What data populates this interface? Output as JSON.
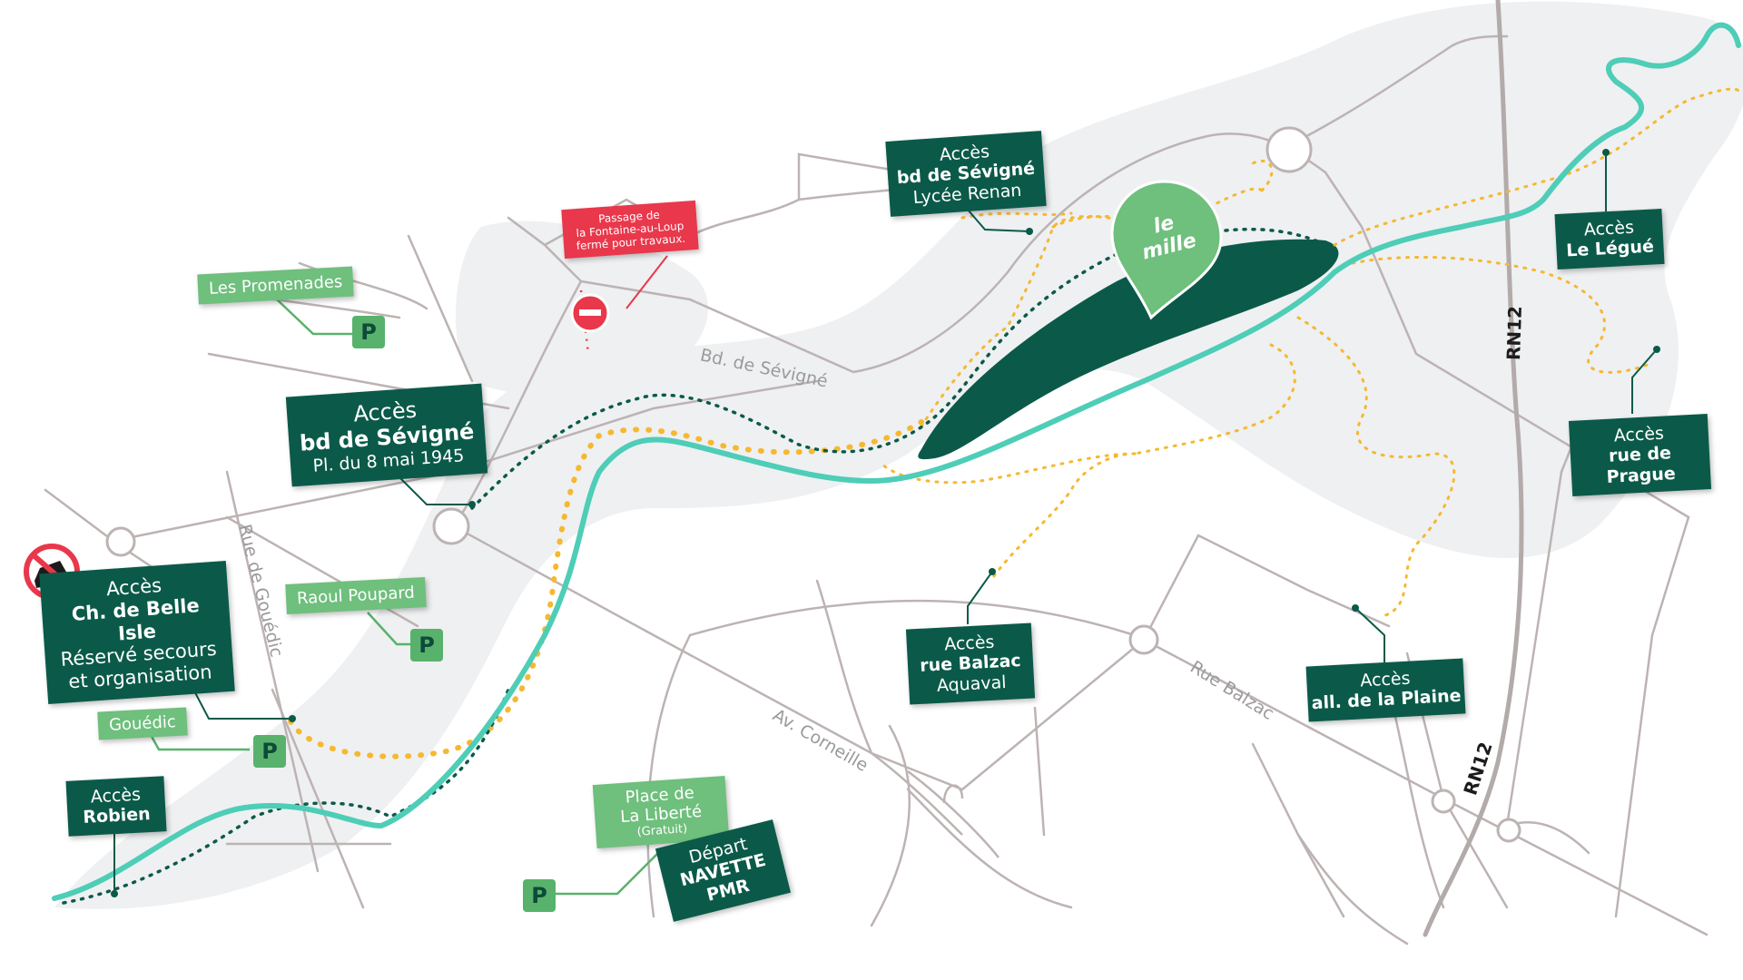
{
  "colors": {
    "river": "#4ecdb7",
    "dark_green": "#0b5a49",
    "light_green": "#6fbf7d",
    "parking_green": "#58b26c",
    "red": "#e9374b",
    "yellow_path": "#f6b82f",
    "road": "#bdb3b3",
    "area": "#eef0f2"
  },
  "logo": {
    "text": "le mille",
    "icon": "map-pin-icon"
  },
  "access_signs": {
    "sevigne_renan": {
      "l1": "Accès",
      "l2": "bd de Sévigné",
      "l3": "Lycée Renan"
    },
    "sevigne_8mai": {
      "l1": "Accès",
      "l2": "bd de Sévigné",
      "l3": "Pl. du 8 mai 1945"
    },
    "belle_isle": {
      "l1": "Accès",
      "l2": "Ch. de Belle Isle",
      "l3": "Réservé secours",
      "l4": "et organisation"
    },
    "robien": {
      "l1": "Accès",
      "l2": "Robien"
    },
    "balzac": {
      "l1": "Accès",
      "l2": "rue Balzac",
      "l3": "Aquaval"
    },
    "plaine": {
      "l1": "Accès",
      "l2": "all. de la Plaine"
    },
    "legue": {
      "l1": "Accès",
      "l2": "Le Légué"
    },
    "prague": {
      "l1": "Accès",
      "l2": "rue de Prague"
    }
  },
  "navette": {
    "l1": "Départ",
    "l2": "NAVETTE",
    "l3": "PMR"
  },
  "closure_notice": {
    "l1": "Passage de",
    "l2": "la Fontaine-au-Loup",
    "l3": "fermé pour travaux."
  },
  "parking": {
    "letter": "P",
    "promenades": "Les Promenades",
    "poupard": "Raoul Poupard",
    "gouedic": "Gouédic",
    "liberte": {
      "l1": "Place de",
      "l2": "La Liberté",
      "l3": "(Gratuit)"
    }
  },
  "streets": {
    "bd_sevigne": "Bd. de Sévigné",
    "rue_gouedic": "Rue de Gouédic",
    "av_corneille": "Av. Corneille",
    "rue_balzac": "Rue Balzac",
    "rn12": "RN12"
  }
}
